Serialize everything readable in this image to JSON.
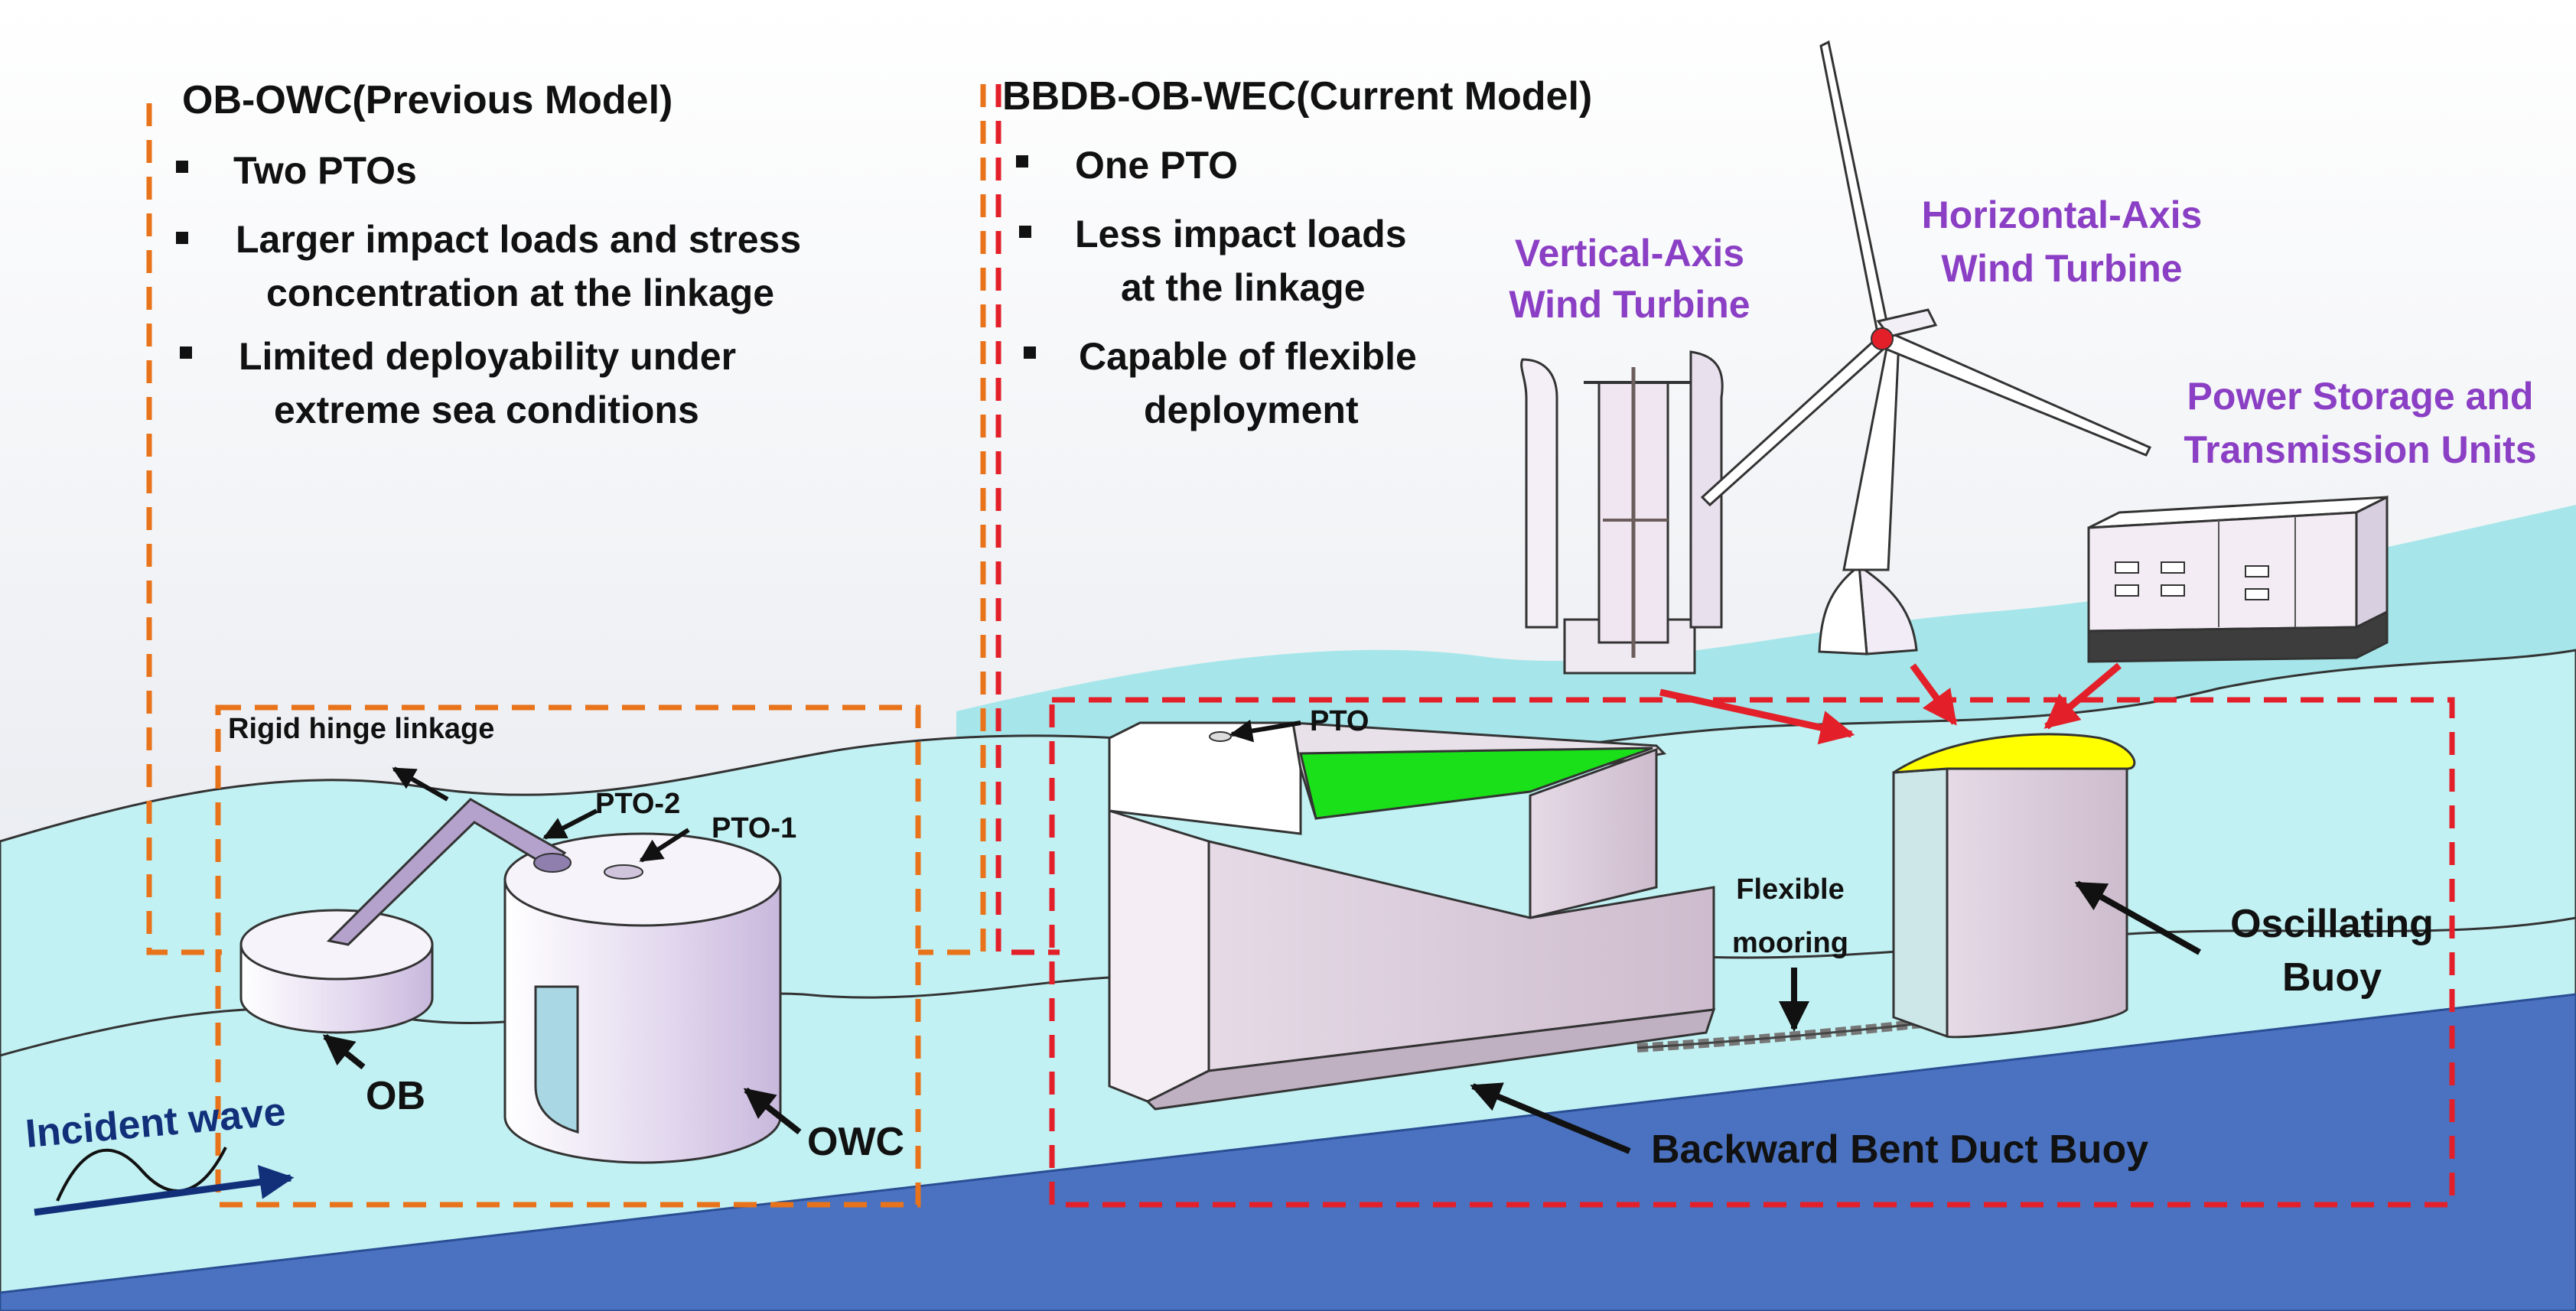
{
  "previous_model": {
    "title": "OB-OWC(Previous Model)",
    "bullets": [
      [
        "Two PTOs"
      ],
      [
        "Larger impact loads and stress",
        "concentration at the linkage"
      ],
      [
        "Limited deployability under",
        "extreme sea conditions"
      ]
    ],
    "labels": {
      "hinge": "Rigid hinge linkage",
      "pto2": "PTO-2",
      "pto1": "PTO-1",
      "ob": "OB",
      "owc": "OWC"
    }
  },
  "current_model": {
    "title": "BBDB-OB-WEC(Current Model)",
    "bullets": [
      [
        "One PTO"
      ],
      [
        "Less impact loads",
        "at the linkage"
      ],
      [
        "Capable of flexible",
        "deployment"
      ]
    ],
    "labels": {
      "pto": "PTO",
      "mooring": [
        "Flexible",
        "mooring"
      ],
      "buoy": [
        "Oscillating",
        "Buoy"
      ],
      "bbdb": "Backward Bent Duct Buoy"
    }
  },
  "energy_units": {
    "vawt": [
      "Vertical-Axis",
      "Wind Turbine"
    ],
    "hawt": [
      "Horizontal-Axis",
      "Wind Turbine"
    ],
    "storage": [
      "Power Storage and",
      "Transmission Units"
    ]
  },
  "incident_wave": "Incident wave",
  "colors": {
    "previous_frame": "#e8731a",
    "current_frame": "#e3202a",
    "purple_text": "#8a3fc4",
    "seabed": "#4a72c0",
    "sea": "#b6eef0",
    "green_top": "#19e018",
    "yellow_top": "#ffff00"
  }
}
